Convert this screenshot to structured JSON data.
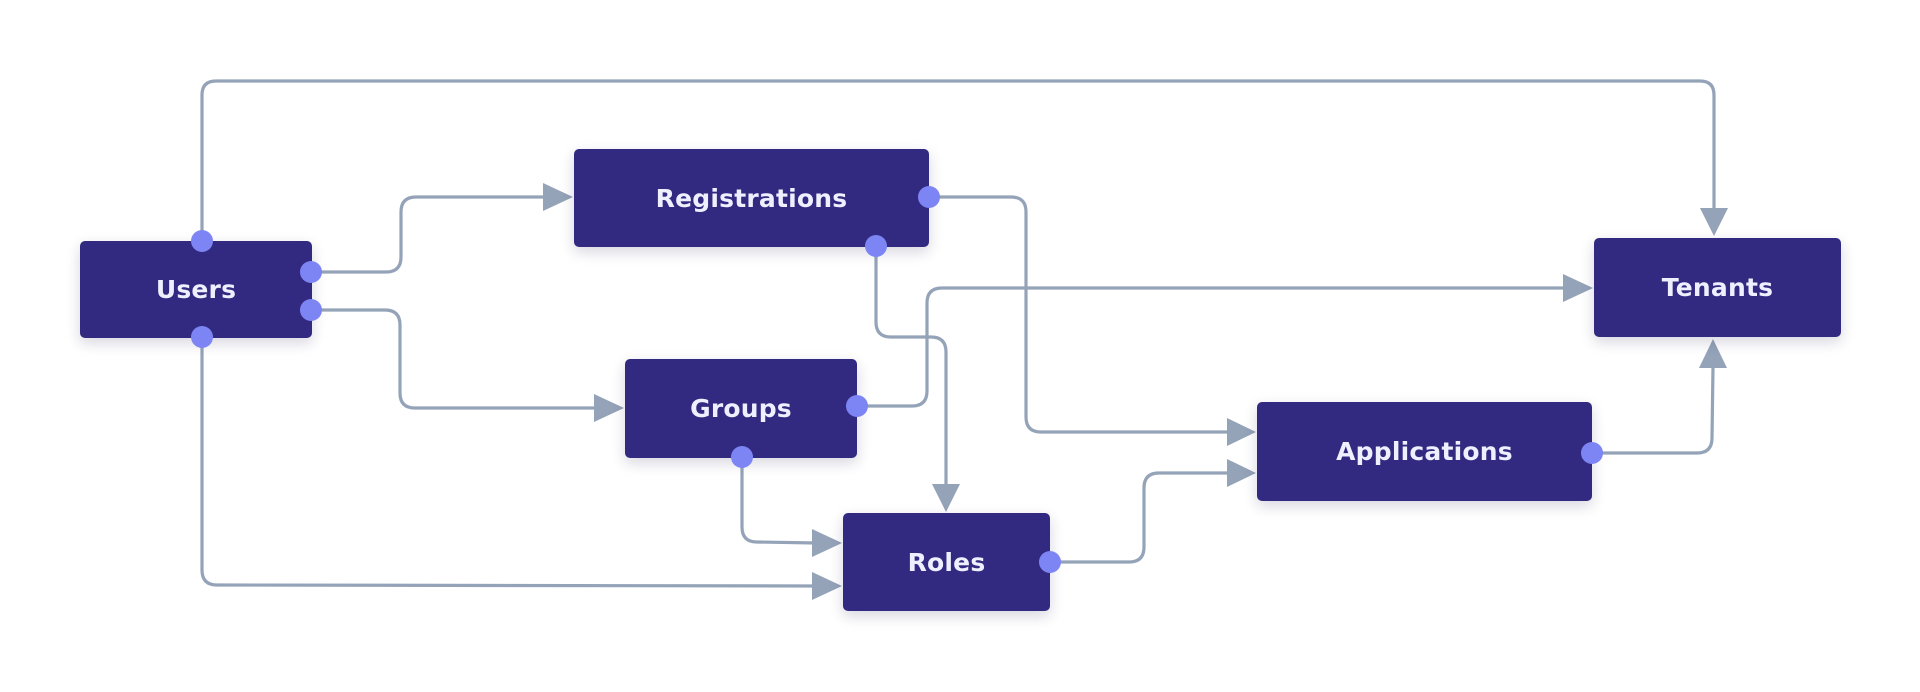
{
  "diagram": {
    "colors": {
      "node_fill": "#322a80",
      "node_text": "#eef0ff",
      "edge": "#94a3b8",
      "port": "#7d85f5",
      "background": "#ffffff"
    },
    "nodes": [
      {
        "id": "users",
        "label": "Users"
      },
      {
        "id": "registrations",
        "label": "Registrations"
      },
      {
        "id": "groups",
        "label": "Groups"
      },
      {
        "id": "roles",
        "label": "Roles"
      },
      {
        "id": "applications",
        "label": "Applications"
      },
      {
        "id": "tenants",
        "label": "Tenants"
      }
    ],
    "edges": [
      {
        "from": "users",
        "to": "tenants"
      },
      {
        "from": "users",
        "to": "registrations"
      },
      {
        "from": "users",
        "to": "groups"
      },
      {
        "from": "users",
        "to": "roles"
      },
      {
        "from": "registrations",
        "to": "applications"
      },
      {
        "from": "registrations",
        "to": "roles"
      },
      {
        "from": "groups",
        "to": "tenants"
      },
      {
        "from": "groups",
        "to": "roles"
      },
      {
        "from": "roles",
        "to": "applications"
      },
      {
        "from": "applications",
        "to": "tenants"
      }
    ]
  }
}
